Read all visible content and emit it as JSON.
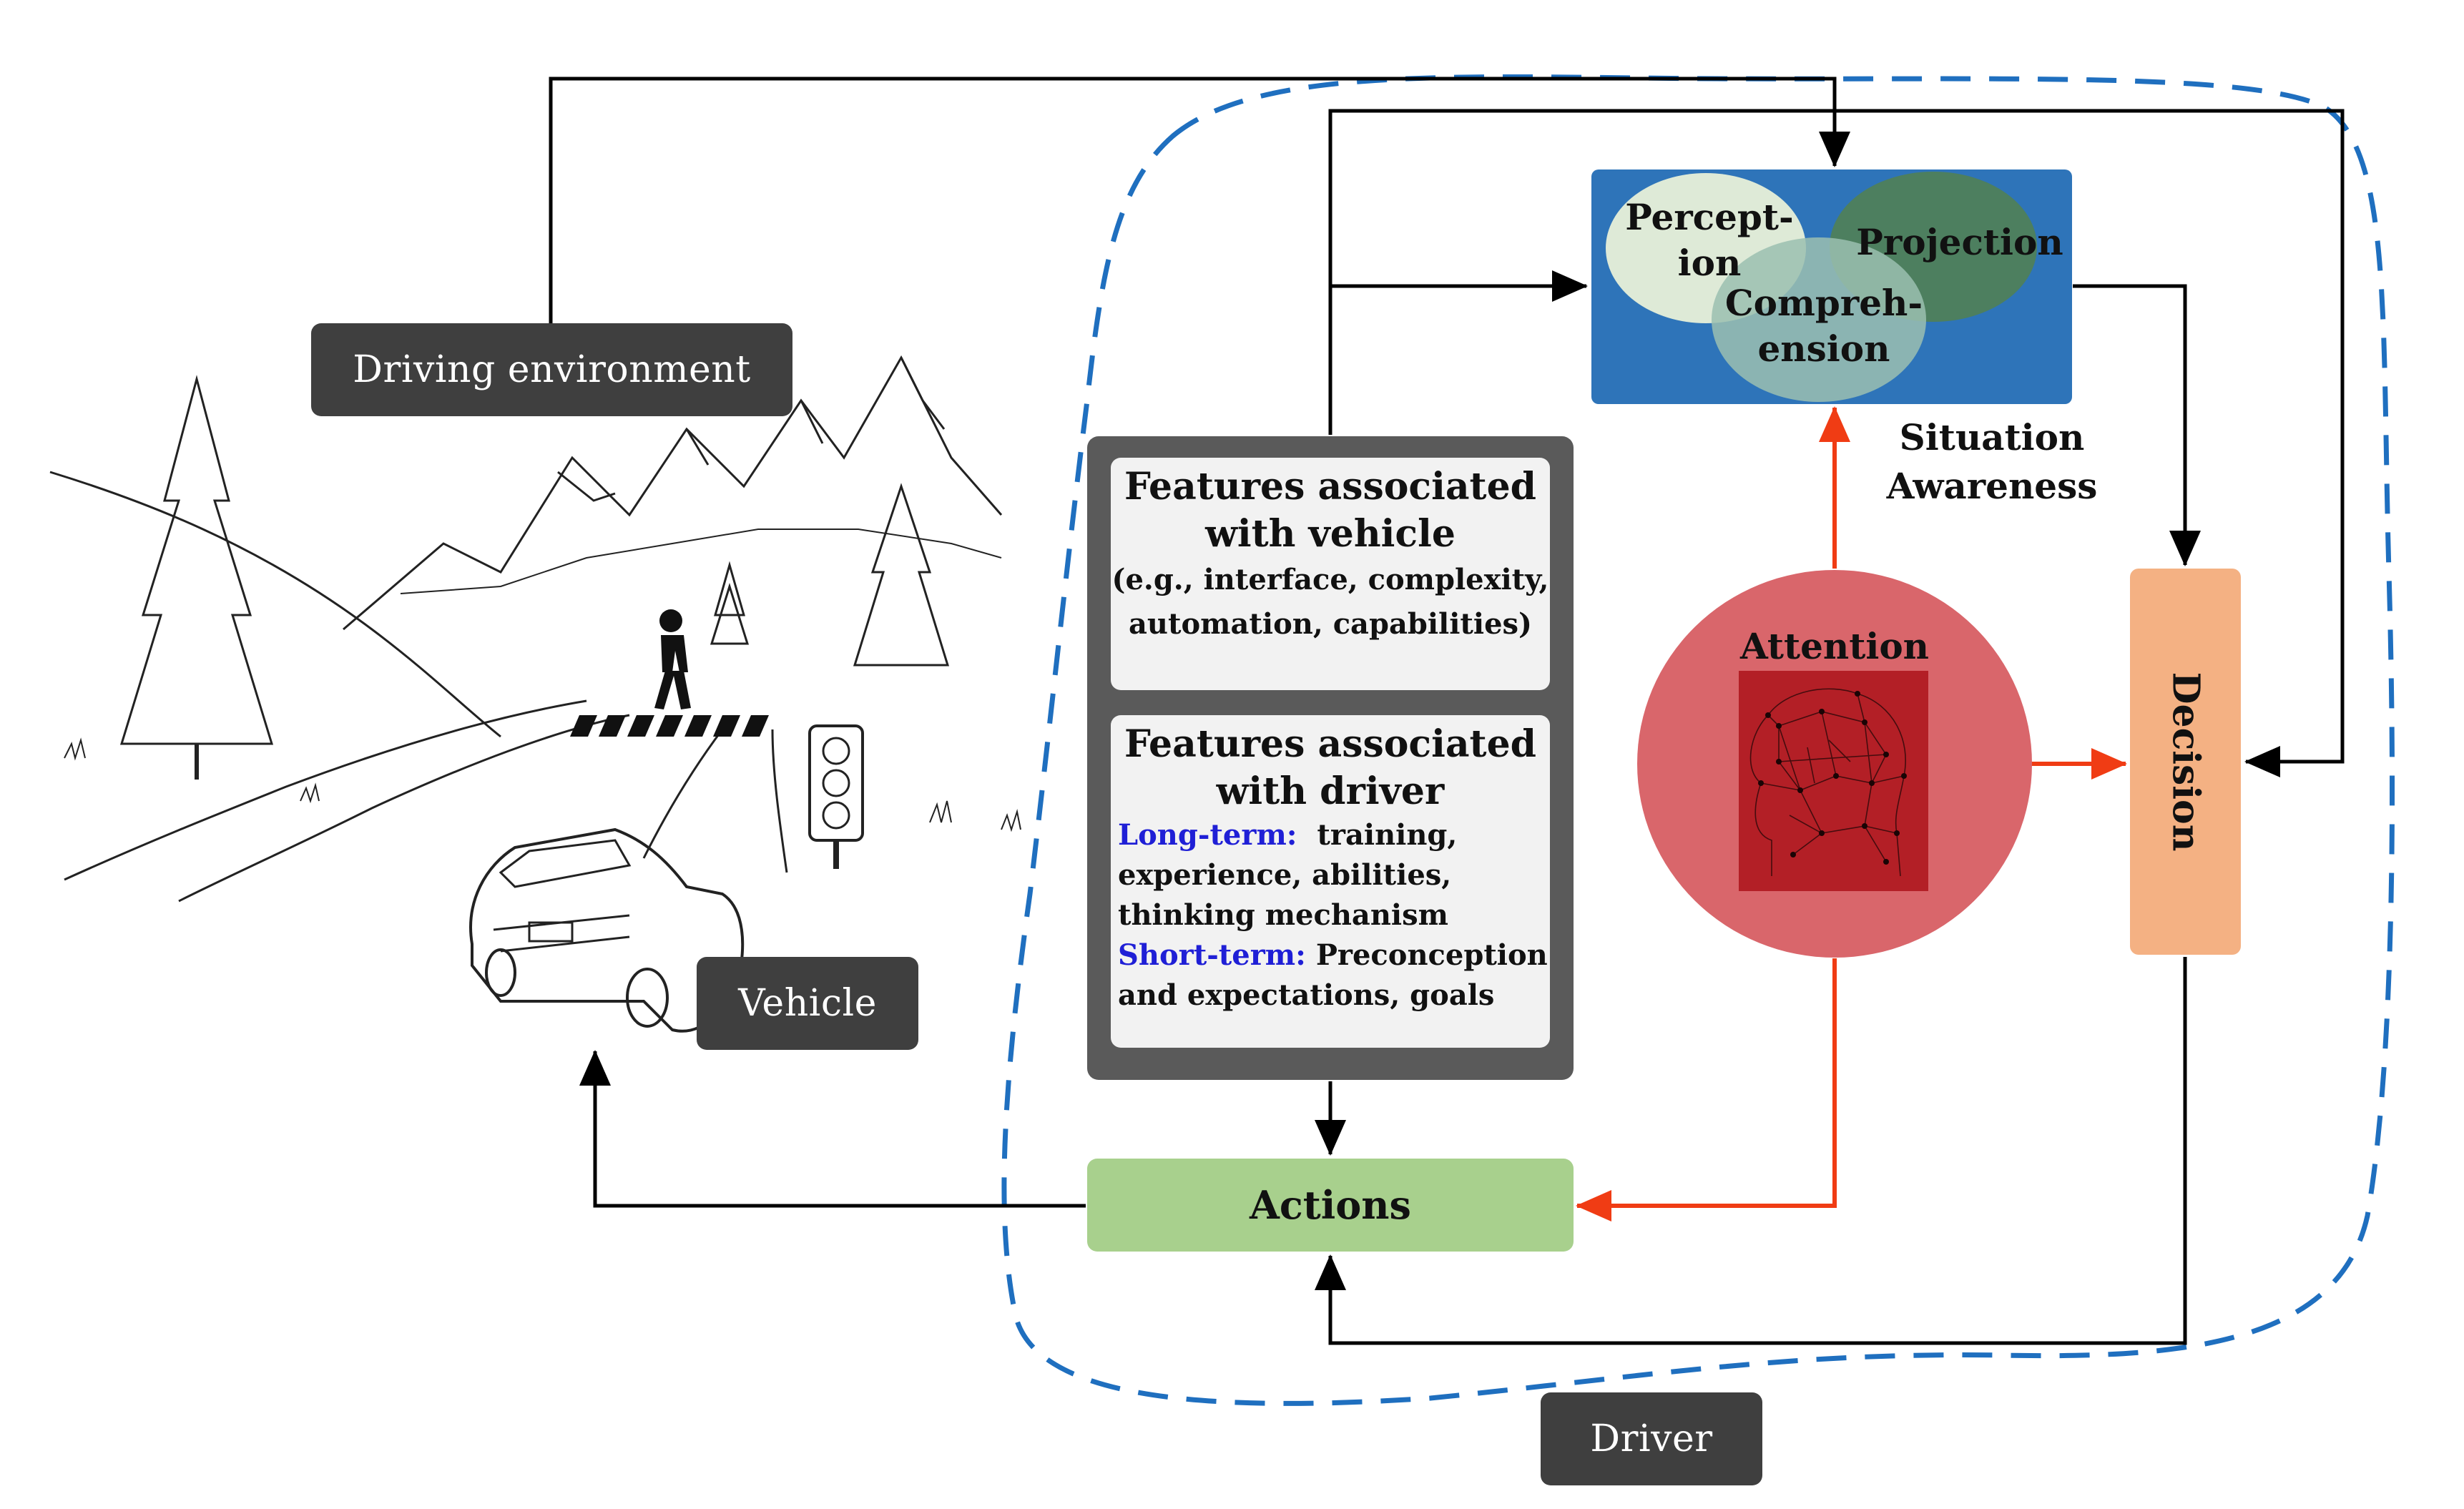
{
  "labels": {
    "driving_environment": "Driving environment",
    "vehicle": "Vehicle",
    "driver": "Driver"
  },
  "features_vehicle": {
    "title_line1": "Features associated",
    "title_line2": "with vehicle",
    "detail_line1": "(e.g., interface, complexity,",
    "detail_line2": "automation, capabilities)"
  },
  "features_driver": {
    "title_line1": "Features associated",
    "title_line2": "with driver",
    "long_term_label": "Long-term:",
    "long_term_text1": "training,",
    "long_term_text2": "experience,  abilities,",
    "long_term_text3": "thinking mechanism",
    "short_term_label": "Short-term:",
    "short_term_text1": "Preconception",
    "short_term_text2": "and expectations, goals"
  },
  "situation_awareness": {
    "perception_line1": "Percept-",
    "perception_line2": "ion",
    "comprehension_line1": "Compreh-",
    "comprehension_line2": "ension",
    "projection": "Projection",
    "label_line1": "Situation",
    "label_line2": "Awareness"
  },
  "attention": "Attention",
  "decision": "Decision",
  "actions": "Actions",
  "colors": {
    "sa_box": "#2e74b9",
    "attention": "#d9666b",
    "decision": "#f4b183",
    "actions": "#a8d08d",
    "red_arrow": "#f03c14",
    "driver_boundary": "#1f6fbf"
  }
}
